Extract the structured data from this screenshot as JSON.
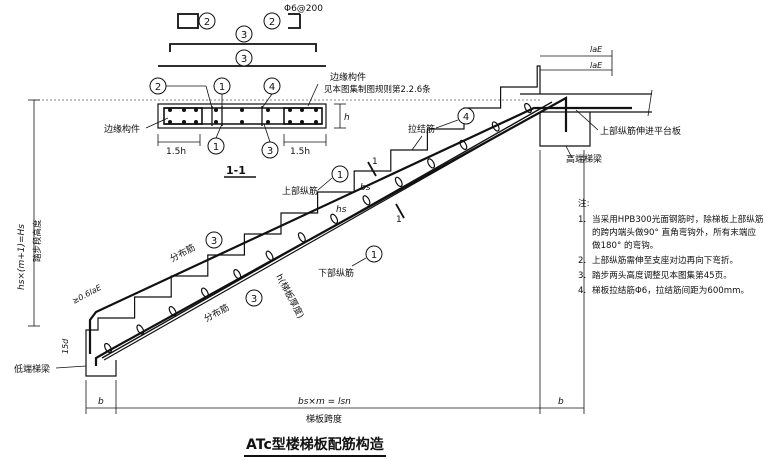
{
  "title": "ATc型楼梯板配筋构造",
  "section": {
    "label": "1-1",
    "bar_spec": "Φ6@200",
    "edge_member_top": "边缘构件",
    "edge_member_note": "见本图集制图规则第2.2.6条",
    "edge_member_left": "边缘构件",
    "dim_left": "1.5h",
    "dim_right": "1.5h",
    "dim_h": "h"
  },
  "marks": {
    "m1": "1",
    "m2": "2",
    "m3": "3",
    "m4": "4"
  },
  "labels": {
    "upper_longitudinal": "上部纵筋",
    "lower_longitudinal": "下部纵筋",
    "distribution_bar_1": "分布筋",
    "distribution_bar_2": "分布筋",
    "tie_bar": "拉结筋",
    "upper_to_platform": "上部纵筋伸进平台板",
    "high_beam": "高端梯梁",
    "low_beam": "低端梯梁",
    "thickness": "h(梯板厚度)",
    "hs": "hs",
    "bs": "bs",
    "cut_1": "1",
    "cut_1b": "1",
    "height_formula": "hs×(m+1)=Hs",
    "height_caption": "踏步段高度",
    "anchor_top_1": "laE",
    "anchor_top_2": "laE",
    "anchor_low": "≥0.6laE",
    "hook": "15d",
    "span_formula": "bs×m = lsn",
    "span_caption": "梯板跨度",
    "b_left": "b",
    "b_right": "b"
  },
  "notes": {
    "heading": "注:",
    "items": [
      {
        "num": "1.",
        "text": "当采用HPB300光面钢筋时，除梯板上部纵筋的跨内端头做90° 直角弯钩外，所有末端应做180° 的弯钩。"
      },
      {
        "num": "2.",
        "text": "上部纵筋需伸至支座对边再向下弯折。"
      },
      {
        "num": "3.",
        "text": "踏步两头高度调整见本图集第45页。"
      },
      {
        "num": "4.",
        "text": "梯板拉结筋Φ6，拉结筋间距为600mm。"
      }
    ]
  }
}
